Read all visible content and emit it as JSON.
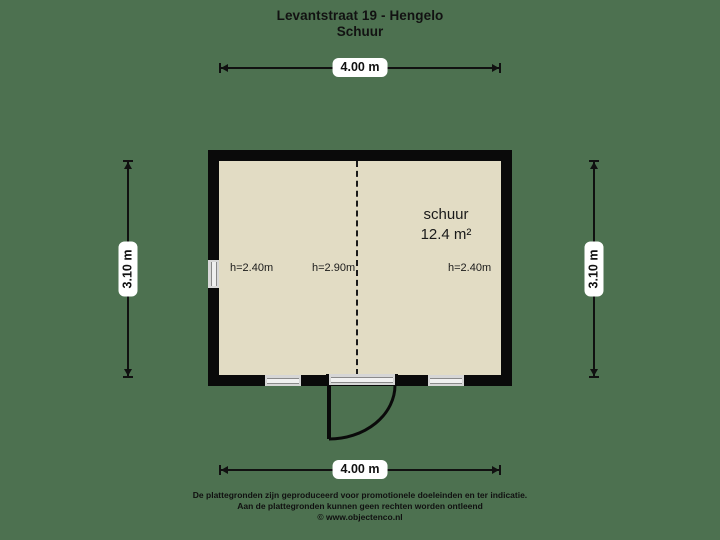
{
  "title": {
    "address": "Levantstraat 19 - Hengelo",
    "subject": "Schuur"
  },
  "dimensions": {
    "top": "4.00 m",
    "bottom": "4.00 m",
    "left": "3.10 m",
    "right": "3.10 m"
  },
  "room": {
    "name": "schuur",
    "area": "12.4 m²"
  },
  "heights": {
    "left": "h=2.40m",
    "middle": "h=2.90m",
    "right": "h=2.40m"
  },
  "footer": {
    "line1": "De plattegronden zijn geproduceerd voor promotionele doeleinden en ter indicatie.",
    "line2": "Aan de plattegronden kunnen geen rechten worden ontleend",
    "line3": "© www.objectenco.nl"
  },
  "colors": {
    "background": "#4d7150",
    "wall": "#0a0a0a",
    "floor": "#e2dcc4",
    "label_chip": "#ffffff",
    "text": "#111111",
    "opening": "#d6d6d6"
  }
}
